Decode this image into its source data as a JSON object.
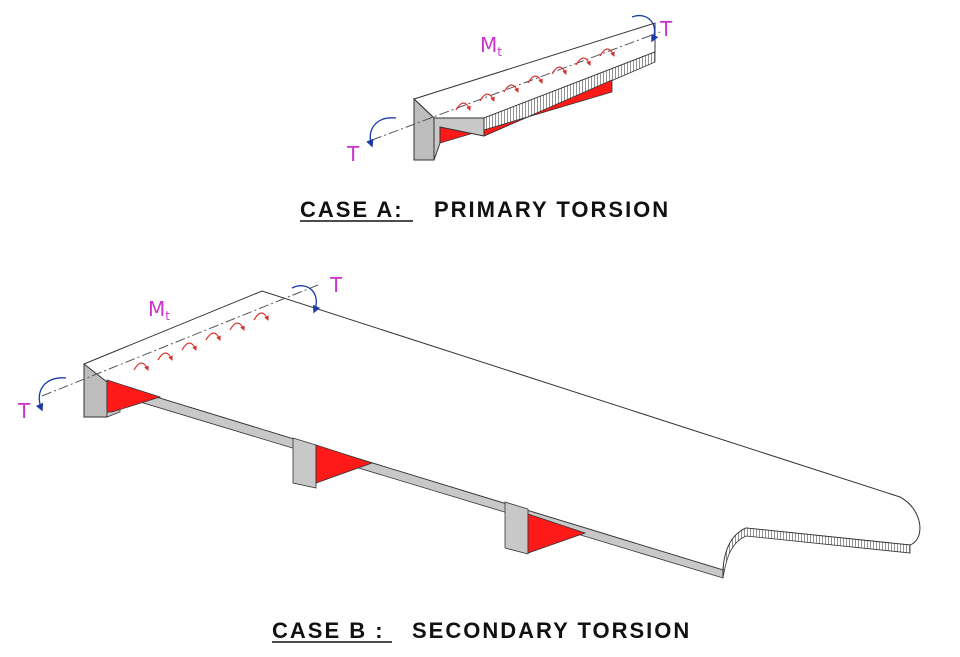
{
  "colors": {
    "beam_red": "#ff1a1a",
    "side_grey": "#c8c8c8",
    "label_magenta": "#cc33cc",
    "arrow_blue": "#1a3aa8",
    "moment_arrow_red": "#d43030"
  },
  "case_a": {
    "caption_prefix": "CASE A:",
    "caption_rest": "PRIMARY TORSION",
    "label_moment": "M",
    "label_moment_sub": "t",
    "label_torque_right": "T",
    "label_torque_left": "T"
  },
  "case_b": {
    "caption_prefix": "CASE B :",
    "caption_rest": "SECONDARY TORSION",
    "label_moment": "M",
    "label_moment_sub": "t",
    "label_torque_right": "T",
    "label_torque_left": "T"
  }
}
